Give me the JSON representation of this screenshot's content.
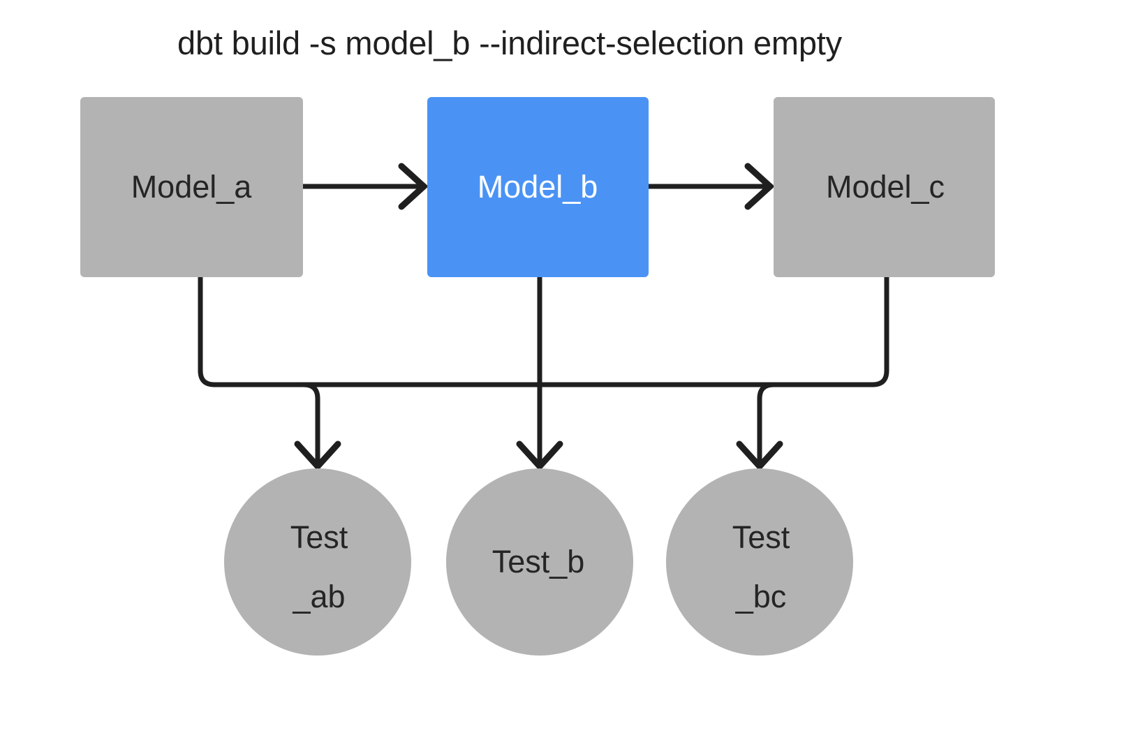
{
  "diagram": {
    "title": "dbt build -s model_b --indirect-selection empty",
    "background_color": "#ffffff",
    "line_color": "#1f1f1f",
    "selected_color": "#4a93f5",
    "unselected_color": "#b3b3b3",
    "text_dark": "#252525",
    "text_light": "#ffffff",
    "models": [
      {
        "id": "model_a",
        "label": "Model_a",
        "shape": "rectangle",
        "state": "unselected",
        "fill": "#b3b3b3",
        "text_color": "#252525"
      },
      {
        "id": "model_b",
        "label": "Model_b",
        "shape": "rectangle",
        "state": "selected",
        "fill": "#4a93f5",
        "text_color": "#ffffff"
      },
      {
        "id": "model_c",
        "label": "Model_c",
        "shape": "rectangle",
        "state": "unselected",
        "fill": "#b3b3b3",
        "text_color": "#252525"
      }
    ],
    "tests": [
      {
        "id": "test_ab",
        "label_line1": "Test",
        "label_line2": "_ab",
        "shape": "circle",
        "state": "unselected",
        "fill": "#b3b3b3",
        "text_color": "#252525"
      },
      {
        "id": "test_b",
        "label_line1": "Test_b",
        "label_line2": "",
        "shape": "circle",
        "state": "unselected",
        "fill": "#b3b3b3",
        "text_color": "#252525"
      },
      {
        "id": "test_bc",
        "label_line1": "Test",
        "label_line2": "_bc",
        "shape": "circle",
        "state": "unselected",
        "fill": "#b3b3b3",
        "text_color": "#252525"
      }
    ],
    "edges": [
      {
        "from": "model_a",
        "to": "model_b",
        "style": "straight-arrow"
      },
      {
        "from": "model_b",
        "to": "model_c",
        "style": "straight-arrow"
      },
      {
        "from": "model_a",
        "to": "test_ab",
        "style": "elbow-arrow"
      },
      {
        "from": "model_b",
        "to": "test_ab",
        "style": "elbow-arrow"
      },
      {
        "from": "model_b",
        "to": "test_b",
        "style": "straight-arrow"
      },
      {
        "from": "model_b",
        "to": "test_bc",
        "style": "elbow-arrow"
      },
      {
        "from": "model_c",
        "to": "test_bc",
        "style": "elbow-arrow"
      }
    ]
  }
}
